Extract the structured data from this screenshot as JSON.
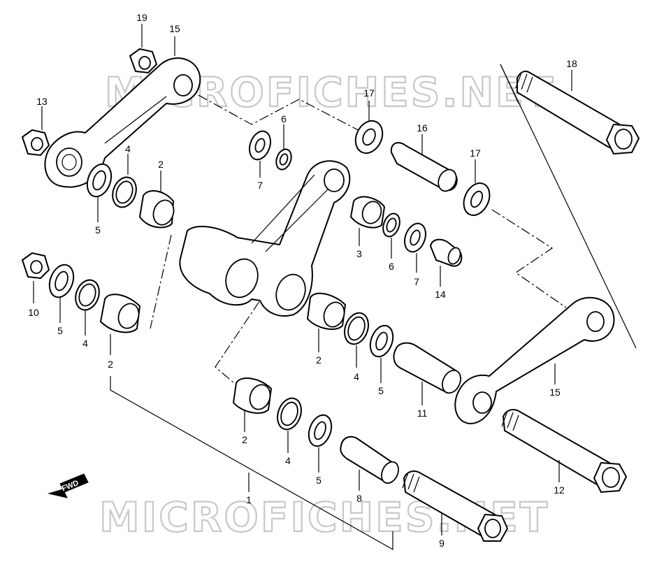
{
  "watermark": {
    "text": "MICROFICHES.NET"
  },
  "direction_arrow": {
    "text": "FWD"
  },
  "callouts": [
    {
      "id": "c19",
      "number": "19"
    },
    {
      "id": "c15a",
      "number": "15"
    },
    {
      "id": "c13",
      "number": "13"
    },
    {
      "id": "c17a",
      "number": "17"
    },
    {
      "id": "c6a",
      "number": "6"
    },
    {
      "id": "c7a",
      "number": "7"
    },
    {
      "id": "c16",
      "number": "16"
    },
    {
      "id": "c4a",
      "number": "4"
    },
    {
      "id": "c2a",
      "number": "2"
    },
    {
      "id": "c17b",
      "number": "17"
    },
    {
      "id": "c18",
      "number": "18"
    },
    {
      "id": "c5a",
      "number": "5"
    },
    {
      "id": "c3",
      "number": "3"
    },
    {
      "id": "c6b",
      "number": "6"
    },
    {
      "id": "c7b",
      "number": "7"
    },
    {
      "id": "c14",
      "number": "14"
    },
    {
      "id": "c10",
      "number": "10"
    },
    {
      "id": "c5b",
      "number": "5"
    },
    {
      "id": "c4b",
      "number": "4"
    },
    {
      "id": "c2b",
      "number": "2"
    },
    {
      "id": "c2c",
      "number": "2"
    },
    {
      "id": "c4c",
      "number": "4"
    },
    {
      "id": "c5c",
      "number": "5"
    },
    {
      "id": "c11",
      "number": "11"
    },
    {
      "id": "c15b",
      "number": "15"
    },
    {
      "id": "c2d",
      "number": "2"
    },
    {
      "id": "c4d",
      "number": "4"
    },
    {
      "id": "c5d",
      "number": "5"
    },
    {
      "id": "c8",
      "number": "8"
    },
    {
      "id": "c12",
      "number": "12"
    },
    {
      "id": "c1",
      "number": "1"
    },
    {
      "id": "c9",
      "number": "9"
    }
  ]
}
